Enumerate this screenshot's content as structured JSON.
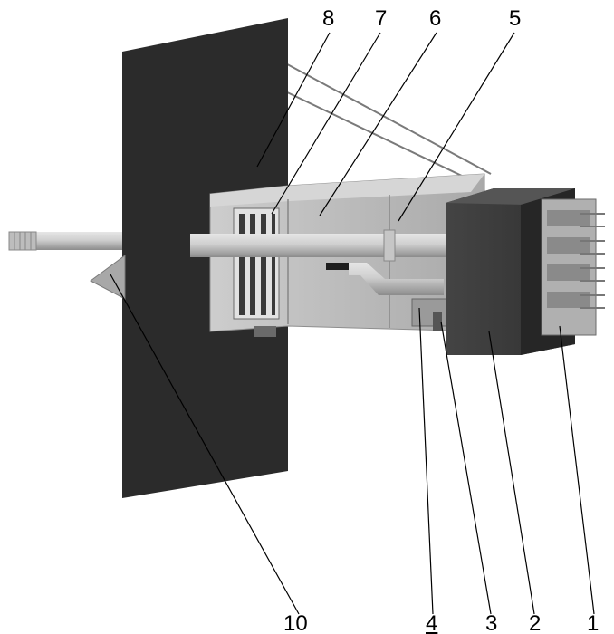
{
  "figure": {
    "labels": {
      "l1": "1",
      "l2": "2",
      "l3": "3",
      "l4": "4",
      "l5": "5",
      "l6": "6",
      "l7": "7",
      "l8": "8",
      "l10": "10"
    },
    "colors": {
      "background": "#ffffff",
      "wall": "#2b2b2b",
      "body": "#b9b9b9",
      "body_dark": "#8e8e8e",
      "pipe": "#cfcfcf",
      "housing": "#3c3c3c",
      "housing_edge": "#1e1e1e",
      "fin": "#9a9a9a",
      "leader": "#000000"
    }
  }
}
